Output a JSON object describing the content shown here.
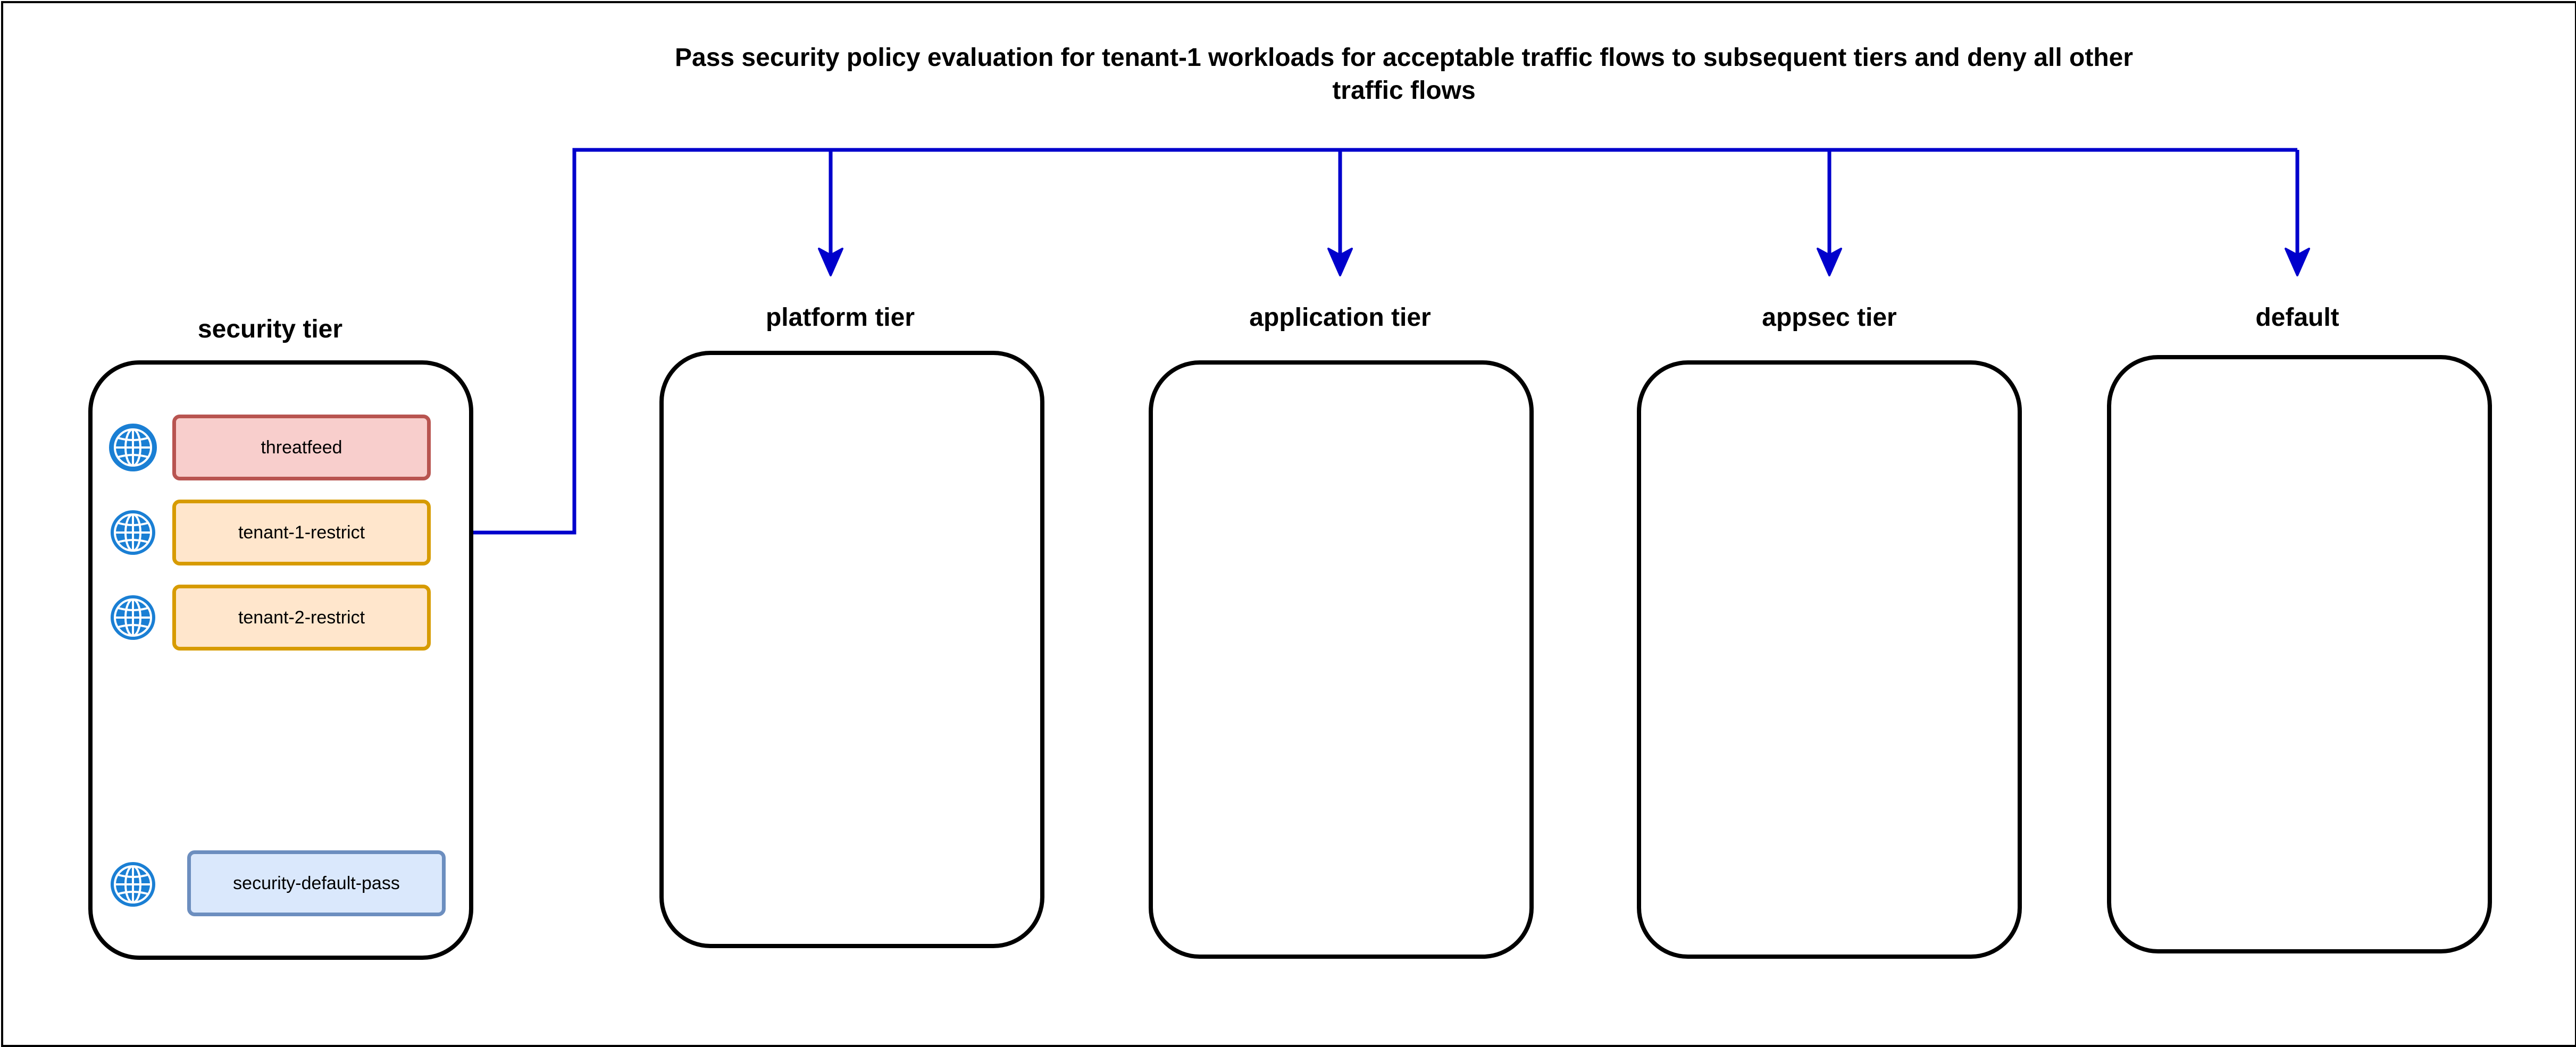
{
  "diagram": {
    "title": "Pass security policy evaluation for tenant-1 workloads for acceptable traffic flows to subsequent tiers and deny all other traffic flows",
    "tiers": {
      "security": {
        "label": "security tier"
      },
      "platform": {
        "label": "platform tier"
      },
      "application": {
        "label": "application tier"
      },
      "appsec": {
        "label": "appsec tier"
      },
      "default": {
        "label": "default"
      }
    },
    "policies": [
      {
        "label": "threatfeed",
        "color": "#f8cecc",
        "border": "#b85450",
        "icon": "globe-icon"
      },
      {
        "label": "tenant-1-restrict",
        "color": "#ffe6cc",
        "border": "#d79b00",
        "icon": "globe-icon"
      },
      {
        "label": "tenant-2-restrict",
        "color": "#ffe6cc",
        "border": "#d79b00",
        "icon": "globe-icon"
      },
      {
        "label": "security-default-pass",
        "color": "#dae8fc",
        "border": "#6c8ebf",
        "icon": "globe-icon"
      }
    ],
    "connector_color": "#0000cc",
    "globe_color": "#1a7fd4"
  }
}
